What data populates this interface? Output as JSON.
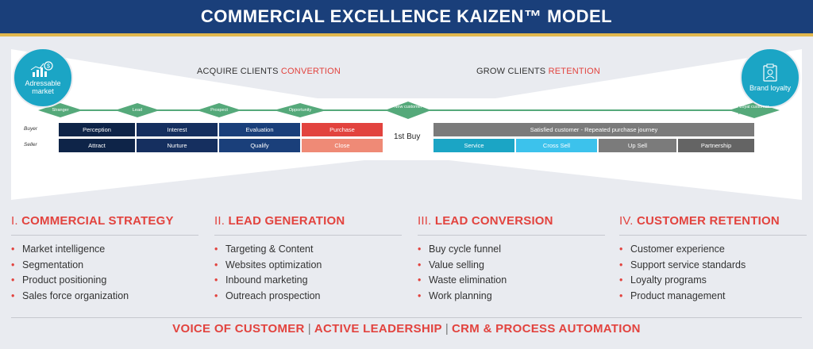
{
  "header": {
    "title": "COMMERCIAL EXCELLENCE KAIZEN™ MODEL"
  },
  "colors": {
    "navy": "#1a3f7a",
    "teal": "#1ba5c5",
    "green": "#55a97a",
    "red": "#e2433e",
    "salmon": "#ef8a76",
    "cyan": "#3cc2ec",
    "gray": "#7b7b7b",
    "darkgray": "#646464"
  },
  "circles": {
    "left": {
      "label": "Adressable market",
      "icon": "market-growth-icon"
    },
    "right": {
      "label": "Brand loyalty",
      "icon": "loyalty-clipboard-icon"
    }
  },
  "sections": {
    "acquire": {
      "prefix": "ACQUIRE CLIENTS",
      "highlight": "CONVERTION"
    },
    "grow": {
      "prefix": "GROW CLIENTS",
      "highlight": "RETENTION"
    }
  },
  "stages": [
    {
      "label": "Stranger"
    },
    {
      "label": "Lead"
    },
    {
      "label": "Prospect"
    },
    {
      "label": "Opportunity"
    },
    {
      "label": "New customer"
    },
    {
      "label": "Loyal customer"
    }
  ],
  "rows": {
    "buyer": "Buyer",
    "seller": "Seller"
  },
  "buyer_cells": [
    "Perception",
    "Interest",
    "Evaluation",
    "Purchase"
  ],
  "seller_cells": [
    "Attract",
    "Nurture",
    "Qualify",
    "Close"
  ],
  "first_buy": "1st Buy",
  "satisfied": "Satisfied customer - Repeated purchase journey",
  "retention_cells": [
    "Service",
    "Cross Sell",
    "Up Sell",
    "Partnership"
  ],
  "columns": [
    {
      "num": "I.",
      "title": "COMMERCIAL STRATEGY",
      "items": [
        "Market intelligence",
        "Segmentation",
        "Product positioning",
        "Sales force organization"
      ]
    },
    {
      "num": "II.",
      "title": "LEAD GENERATION",
      "items": [
        "Targeting & Content",
        "Websites optimization",
        "Inbound marketing",
        "Outreach prospection"
      ]
    },
    {
      "num": "III.",
      "title": "LEAD CONVERSION",
      "items": [
        "Buy cycle funnel",
        "Value selling",
        "Waste elimination",
        "Work planning"
      ]
    },
    {
      "num": "IV.",
      "title": "CUSTOMER RETENTION",
      "items": [
        "Customer experience",
        "Support service standards",
        "Loyalty programs",
        "Product management"
      ]
    }
  ],
  "bullet": "•",
  "footer": {
    "parts": [
      "VOICE OF CUSTOMER",
      "ACTIVE LEADERSHIP",
      "CRM & PROCESS AUTOMATION"
    ],
    "separator": "|"
  }
}
